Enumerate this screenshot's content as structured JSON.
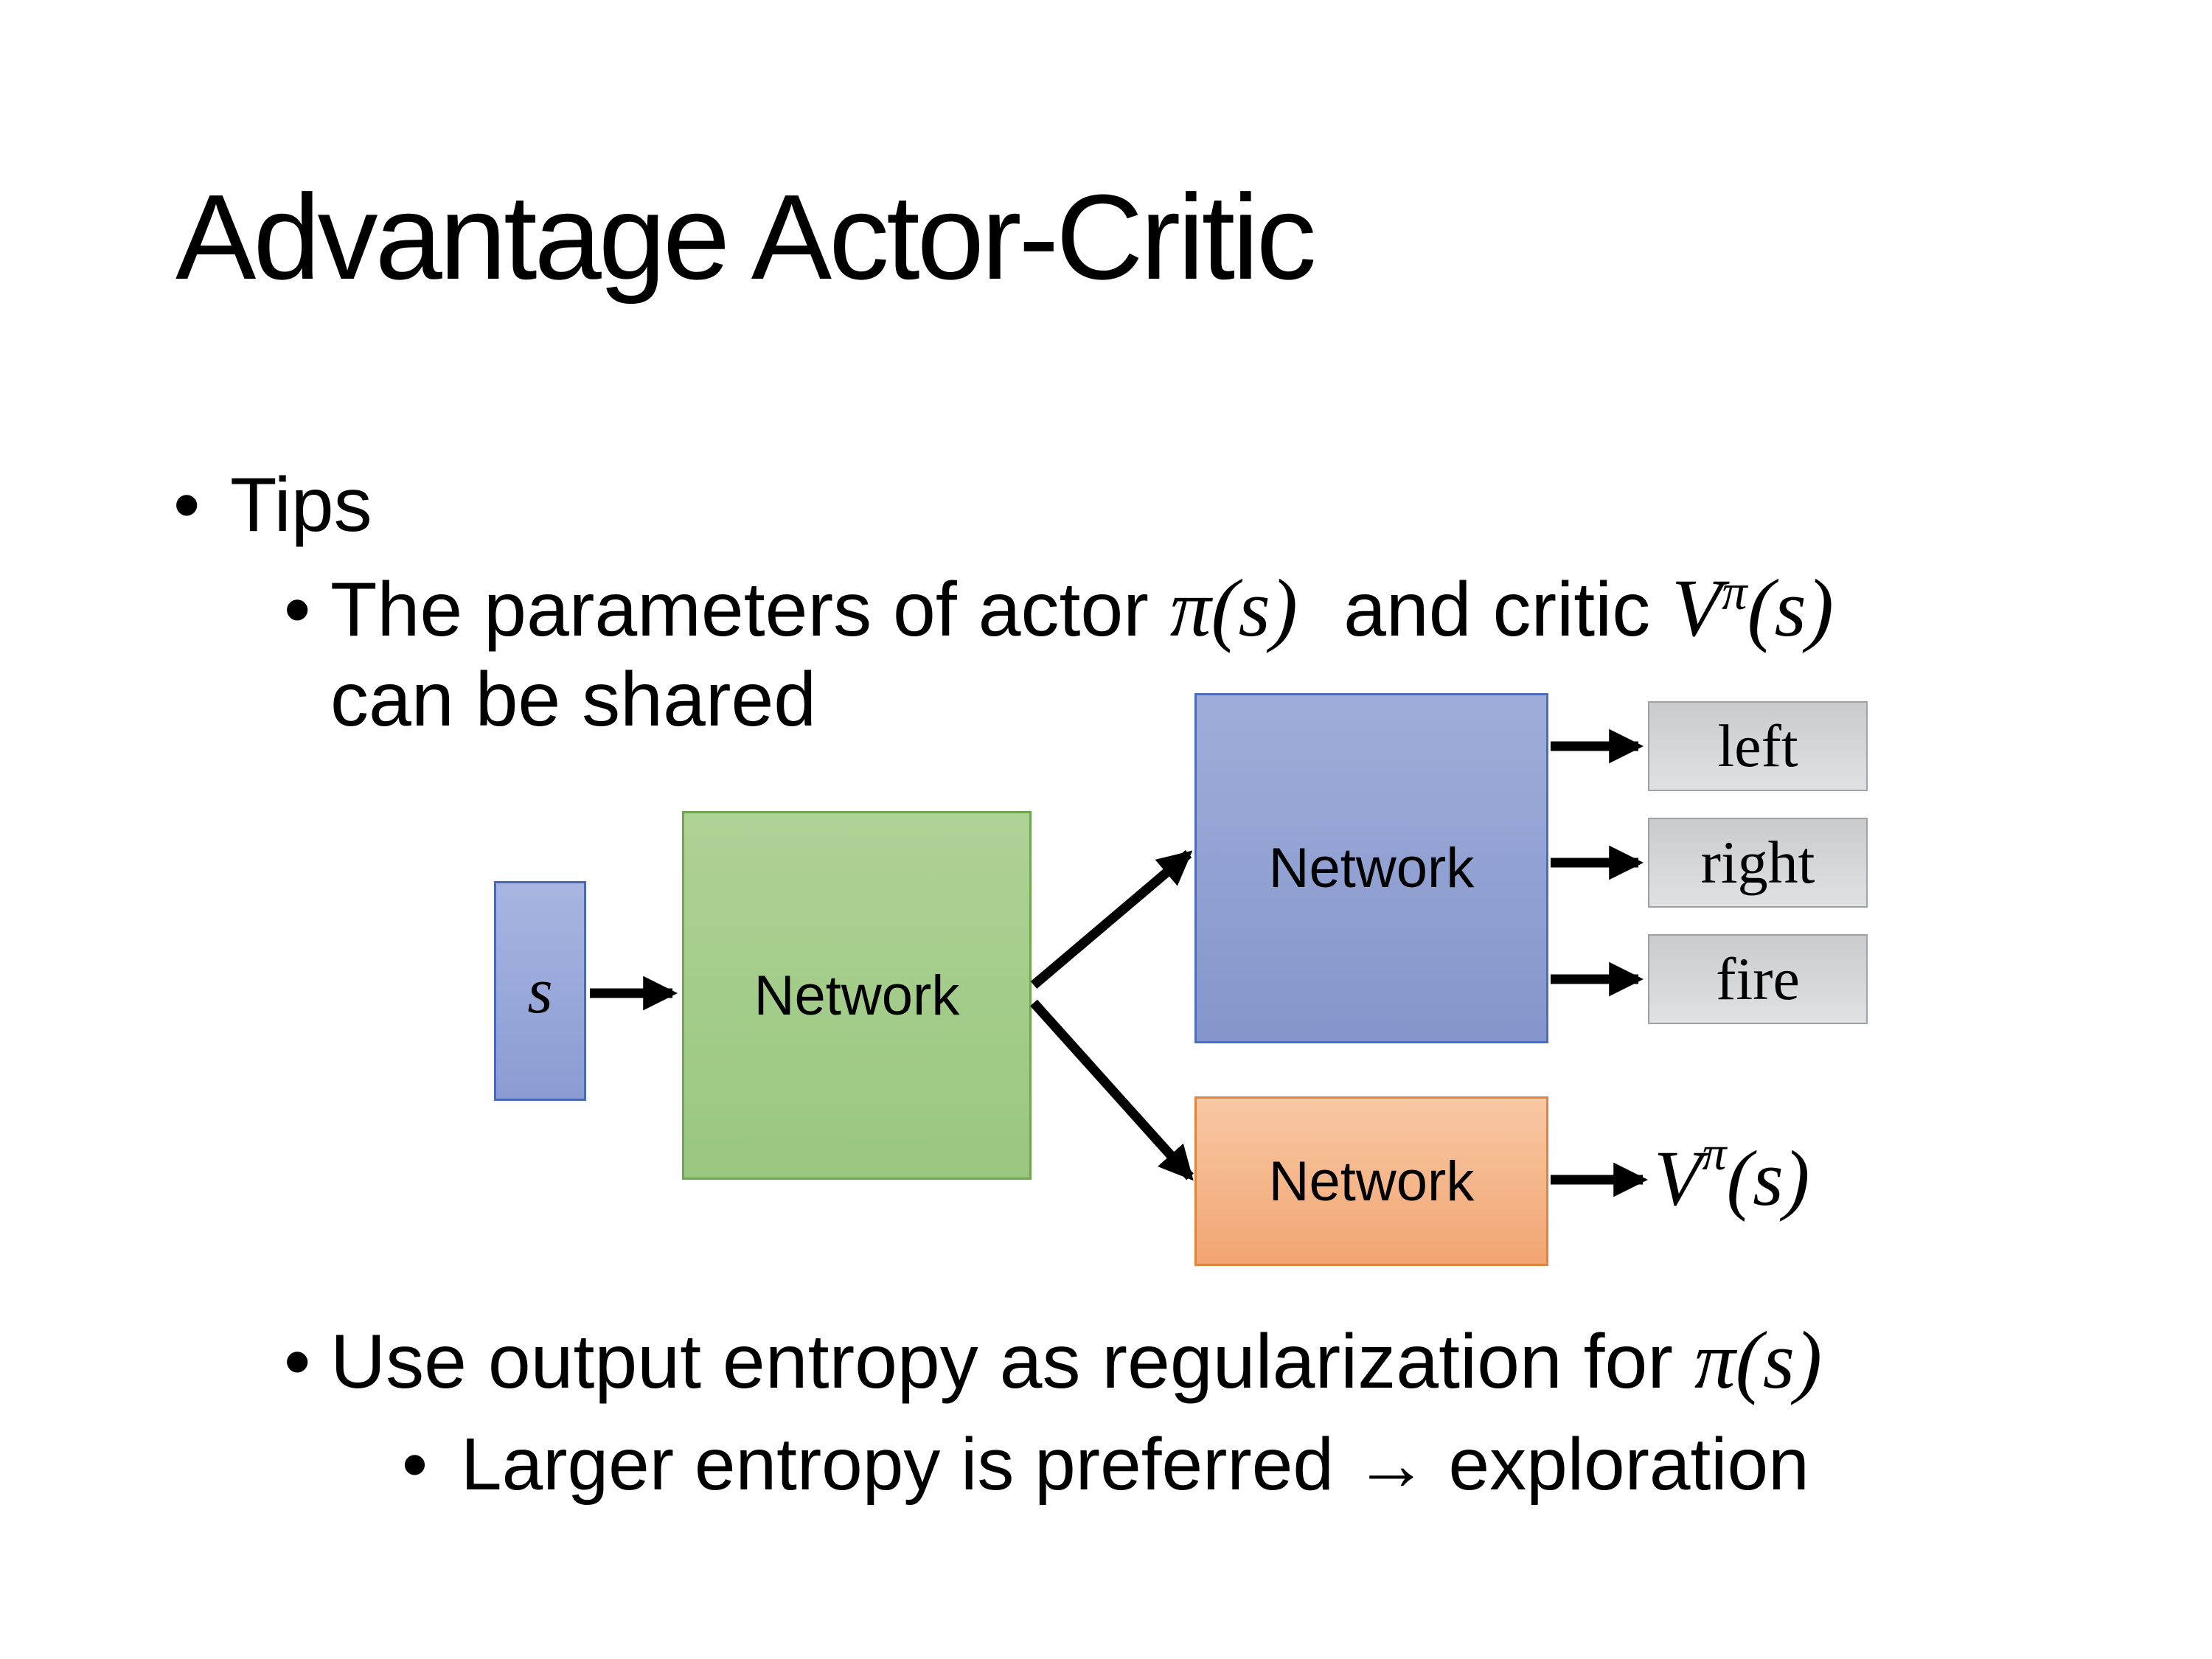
{
  "title": "Advantage Actor-Critic",
  "bullet_glyph": "•",
  "bullets": {
    "tips": "Tips",
    "shared_params": {
      "text": "The parameters of actor",
      "actor_math": "π(s)",
      "mid": "and critic",
      "critic_base": "V",
      "critic_sup": "π",
      "critic_arg": "(s)",
      "line2": "can be shared"
    },
    "entropy_tip": {
      "text": "Use output entropy as regularization for",
      "math": "π(s)"
    },
    "entropy_sub": "Larger entropy is preferred → exploration"
  },
  "diagram": {
    "state_label": "s",
    "shared_network_label": "Network",
    "actor_network_label": "Network",
    "critic_network_label": "Network",
    "actions": [
      "left",
      "right",
      "fire"
    ],
    "value_base": "V",
    "value_sup": "π",
    "value_arg": "(s)"
  },
  "colors": {
    "text": "#000000",
    "arrow": "#000000",
    "state-fill-top": "#a7b5e0",
    "state-fill-bottom": "#8b9cd3",
    "state-border": "#4a69b4",
    "shared-fill-top": "#aed295",
    "shared-fill-bottom": "#99c77f",
    "shared-border": "#71a650",
    "actor-fill-top": "#9fadd9",
    "actor-fill-bottom": "#8496cb",
    "actor-border": "#4e6db8",
    "critic-fill-top": "#f8c8a4",
    "critic-fill-bottom": "#f1a572",
    "critic-border": "#e08540",
    "action-fill-top": "#c9cbcd",
    "action-fill-bottom": "#e0e1e2",
    "action-border": "#9fa2a5"
  }
}
